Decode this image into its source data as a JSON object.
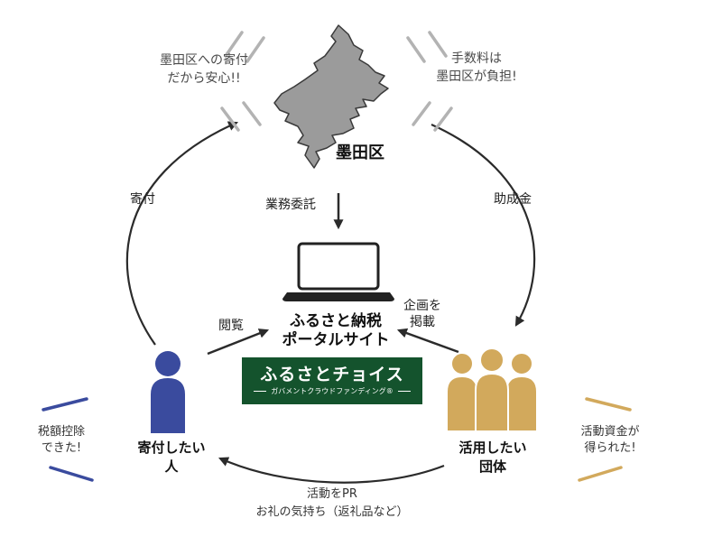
{
  "colors": {
    "map_fill": "#9b9b9b",
    "donor_blue": "#3a4b9e",
    "org_tan": "#d2a95c",
    "banner_green": "#14532d",
    "arrow": "#2b2b2b",
    "emphasis_gray": "#b3b3b3"
  },
  "region": {
    "label": "墨田区"
  },
  "callouts": {
    "top_left": "墨田区への寄付\nだから安心!!",
    "top_right": "手数料は\n墨田区が負担!",
    "bottom_left": "税額控除\nできた!",
    "bottom_right": "活動資金が\n得られた!"
  },
  "flows": {
    "donation": "寄付",
    "outsourcing": "業務委託",
    "subsidy": "助成金",
    "browse": "閲覧",
    "post_project": "企画を\n掲載",
    "pr": "活動をPR\nお礼の気持ち（返礼品など）"
  },
  "portal": {
    "title": "ふるさと納税\nポータルサイト",
    "banner_title": "ふるさとチョイス",
    "banner_subtitle": "ガバメントクラウドファンディング®"
  },
  "actors": {
    "donor": "寄付したい\n人",
    "organization": "活用したい\n団体"
  }
}
